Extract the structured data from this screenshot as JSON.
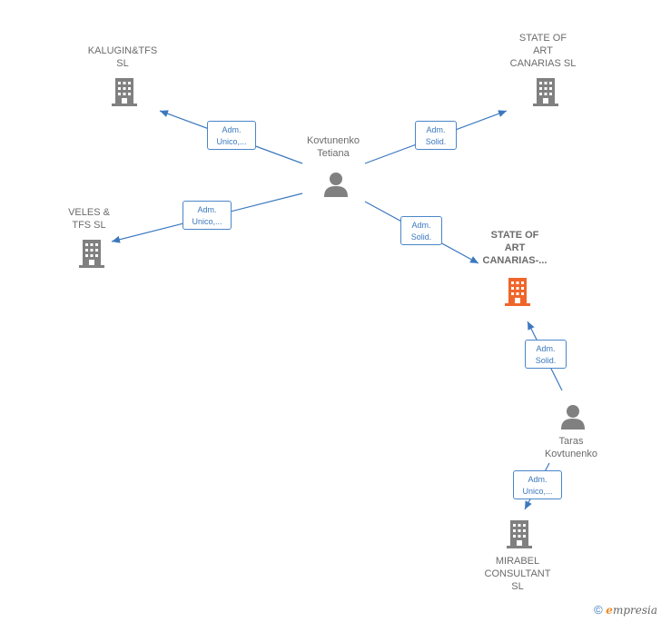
{
  "colors": {
    "edge": "#3b78bf",
    "badge_border": "#4a86c8",
    "node_gray": "#808080",
    "node_highlight": "#f0652b"
  },
  "nodes": {
    "kalugin": {
      "label": "KALUGIN&TFS\nSL",
      "type": "company",
      "icon": "building-icon"
    },
    "state_art_top": {
      "label": "STATE OF\nART\nCANARIAS  SL",
      "type": "company",
      "icon": "building-icon"
    },
    "kovtunenko_tetiana": {
      "label": "Kovtunenko\nTetiana",
      "type": "person",
      "icon": "person-icon"
    },
    "veles": {
      "label": "VELES &\nTFS  SL",
      "type": "company",
      "icon": "building-icon"
    },
    "state_art_main": {
      "label": "STATE OF\nART\nCANARIAS-...",
      "type": "company",
      "icon": "building-icon",
      "highlight": true
    },
    "taras": {
      "label": "Taras\nKovtunenko",
      "type": "person",
      "icon": "person-icon"
    },
    "mirabel": {
      "label": "MIRABEL\nCONSULTANT\nSL",
      "type": "company",
      "icon": "building-icon"
    }
  },
  "edges": [
    {
      "from": "kovtunenko_tetiana",
      "to": "kalugin",
      "label": "Adm.\nUnico,..."
    },
    {
      "from": "kovtunenko_tetiana",
      "to": "state_art_top",
      "label": "Adm.\nSolid."
    },
    {
      "from": "kovtunenko_tetiana",
      "to": "veles",
      "label": "Adm.\nUnico,..."
    },
    {
      "from": "kovtunenko_tetiana",
      "to": "state_art_main",
      "label": "Adm.\nSolid."
    },
    {
      "from": "taras",
      "to": "state_art_main",
      "label": "Adm.\nSolid."
    },
    {
      "from": "taras",
      "to": "mirabel",
      "label": "Adm.\nUnico,..."
    }
  ],
  "footer": {
    "copyright": "©",
    "brand_initial": "e",
    "brand_rest": "mpresia"
  }
}
